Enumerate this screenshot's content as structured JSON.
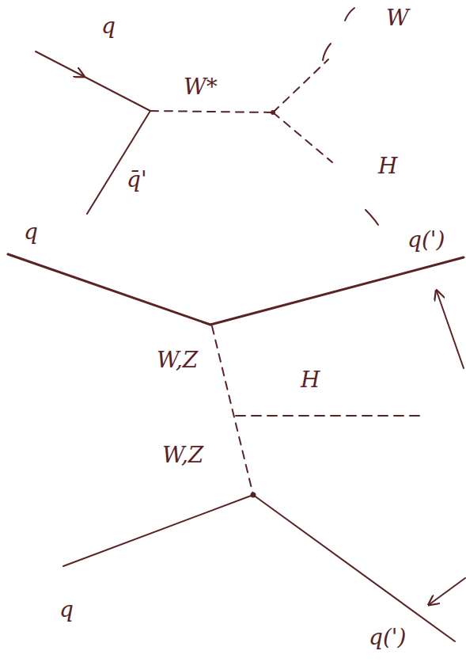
{
  "diagram": {
    "labels": [
      "q",
      "W*",
      "W",
      "q̄'",
      "H",
      "q",
      "q(')",
      "W,Z",
      "H",
      "W,Z",
      "q",
      "q(')"
    ]
  }
}
